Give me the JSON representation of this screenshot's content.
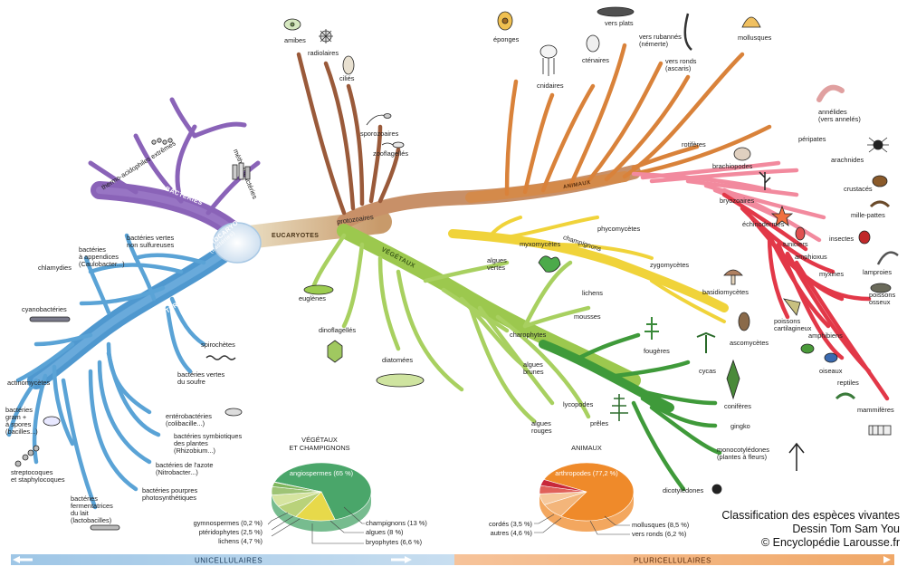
{
  "branches": {
    "eucaryotes": "EUCARYOTES",
    "procaryotes_line1": "PROCARYOTES",
    "procaryotes_line2": "(bactéries)",
    "archeobacteries": "ARCHÉOBACTÉRIES",
    "eubacteries": "EUBACTÉRIES",
    "protozoaires": "protozoaires",
    "vegetaux": "VÉGÉTAUX",
    "animaux": "ANIMAUX",
    "champignons": "champignons"
  },
  "labels": {
    "amibes": "amibes",
    "radiolaires": "radiolaires",
    "cilies": "ciliés",
    "sporozoaires": "sporozoaires",
    "zooflagelles": "zooflagellés",
    "thermo": "thermo-acidophiles extrêmes",
    "methano": "méthanobactéries",
    "bact_vertes_ns_1": "bactéries vertes",
    "bact_vertes_ns_2": "non sulfureuses",
    "bact_appendices_1": "bactéries",
    "bact_appendices_2": "à appendices",
    "bact_appendices_3": "(Caulobacter...)",
    "chlamydies": "chlamydies",
    "cyanobacteries": "cyanobactéries",
    "spirochetes": "spirochètes",
    "bact_vertes_soufre_1": "bactéries vertes",
    "bact_vertes_soufre_2": "du soufre",
    "actinomycetes": "actinomycètes",
    "bact_gram_1": "bactéries",
    "bact_gram_2": "gram +",
    "bact_gram_3": "à spores",
    "bact_gram_4": "(bacilles...)",
    "strepto_1": "streptocoques",
    "strepto_2": "et staphylocoques",
    "entero_1": "entérobactéries",
    "entero_2": "(colibacille...)",
    "symb_1": "bactéries symbiotiques",
    "symb_2": "des plantes",
    "symb_3": "(Rhizobium...)",
    "azote_1": "bactéries de l'azote",
    "azote_2": "(Nitrobacter...)",
    "pourpres_1": "bactéries pourpres",
    "pourpres_2": "photosynthétiques",
    "ferm_1": "bactéries",
    "ferm_2": "fermentatrices",
    "ferm_3": "du lait",
    "ferm_4": "(lactobacilles)",
    "euglenes": "euglènes",
    "dinoflagelles": "dinoflagellés",
    "diatomees": "diatomées",
    "algues_vertes_1": "algues",
    "algues_vertes_2": "vertes",
    "charophytes": "charophytes",
    "algues_brunes_1": "algues",
    "algues_brunes_2": "brunes",
    "lycopodes": "lycopodes",
    "algues_rouges_1": "algues",
    "algues_rouges_2": "rouges",
    "preles": "prêles",
    "mousses": "mousses",
    "lichens": "lichens",
    "fougeres": "fougères",
    "cycas": "cycas",
    "coniferes": "conifères",
    "gingko": "gingko",
    "mono_1": "monocotylédones",
    "mono_2": "(plantes à fleurs)",
    "dicotyledones": "dicotylédones",
    "myxomycetes": "myxomycètes",
    "phycomycetes": "phycomycètes",
    "zygomycetes": "zygomycètes",
    "basidiomycetes": "basidiomycètes",
    "ascomycetes": "ascomycètes",
    "eponges": "éponges",
    "cnidaires": "cnidaires",
    "ctenaires": "cténaires",
    "vers_plats": "vers plats",
    "vers_rubannes_1": "vers rubannés",
    "vers_rubannes_2": "(némerte)",
    "vers_ronds_1": "vers ronds",
    "vers_ronds_2": "(ascaris)",
    "mollusques": "mollusques",
    "annelides_1": "annélides",
    "annelides_2": "(vers annelés)",
    "rotiferes": "rotifères",
    "peripates": "péripates",
    "arachnides": "arachnides",
    "brachiopodes": "brachiopodes",
    "crustaces": "crustacés",
    "mille_pattes": "mille-pattes",
    "bryozoaires": "bryozoaires",
    "echinodermes": "échinodermes",
    "insectes": "insectes",
    "tuniciers": "tuniciers",
    "amphioxus": "amphioxus",
    "myxines": "myxines",
    "lamproies": "lamproies",
    "poissons_cart_1": "poissons",
    "poissons_cart_2": "cartilagineux",
    "poissons_osseux_1": "poissons",
    "poissons_osseux_2": "osseux",
    "amphibiens": "amphibiens",
    "oiseaux": "oiseaux",
    "reptiles": "reptiles",
    "mammiferes": "mammifères"
  },
  "pie_vegetaux": {
    "title_1": "VÉGÉTAUX",
    "title_2": "ET CHAMPIGNONS",
    "main_label": "angiospermes (65 %)",
    "slices": [
      {
        "label": "angiospermes (65 %)",
        "percent": 65,
        "color": "#4aa66a"
      },
      {
        "label": "champignons (13 %)",
        "percent": 13,
        "color": "#e7d94a"
      },
      {
        "label": "algues (8 %)",
        "percent": 8,
        "color": "#b9d27a"
      },
      {
        "label": "bryophytes (6,6 %)",
        "percent": 6.6,
        "color": "#d6e4a0"
      },
      {
        "label": "lichens (4,7 %)",
        "percent": 4.7,
        "color": "#9fc476"
      },
      {
        "label": "ptéridophytes (2,5 %)",
        "percent": 2.5,
        "color": "#7fb65c"
      },
      {
        "label": "gymnospermes (0,2 %)",
        "percent": 0.2,
        "color": "#2e7d4a"
      }
    ]
  },
  "pie_animaux": {
    "title": "ANIMAUX",
    "main_label": "arthropodes (77,2 %)",
    "slices": [
      {
        "label": "arthropodes (77,2 %)",
        "percent": 77.2,
        "color": "#ef8a2a"
      },
      {
        "label": "mollusques (8,5 %)",
        "percent": 8.5,
        "color": "#f3b57a"
      },
      {
        "label": "vers ronds (6,2 %)",
        "percent": 6.2,
        "color": "#f6c89c"
      },
      {
        "label": "autres (4,6 %)",
        "percent": 4.6,
        "color": "#e0605a"
      },
      {
        "label": "cordés (3,5 %)",
        "percent": 3.5,
        "color": "#c8283a"
      }
    ]
  },
  "footer": {
    "left": "UNICELLULAIRES",
    "right": "PLURICELLULAIRES"
  },
  "credit": {
    "line1": "Classification des espèces vivantes",
    "line2": "Dessin Tom Sam You",
    "line3": "© Encyclopédie Larousse.fr"
  },
  "colors": {
    "archaea": "#8a63b8",
    "eubacteria": "#5aa3d6",
    "protozoa": "#9a5a3a",
    "plants": "#9cc84e",
    "fungi": "#f0d33a",
    "animals": "#d9823a"
  }
}
